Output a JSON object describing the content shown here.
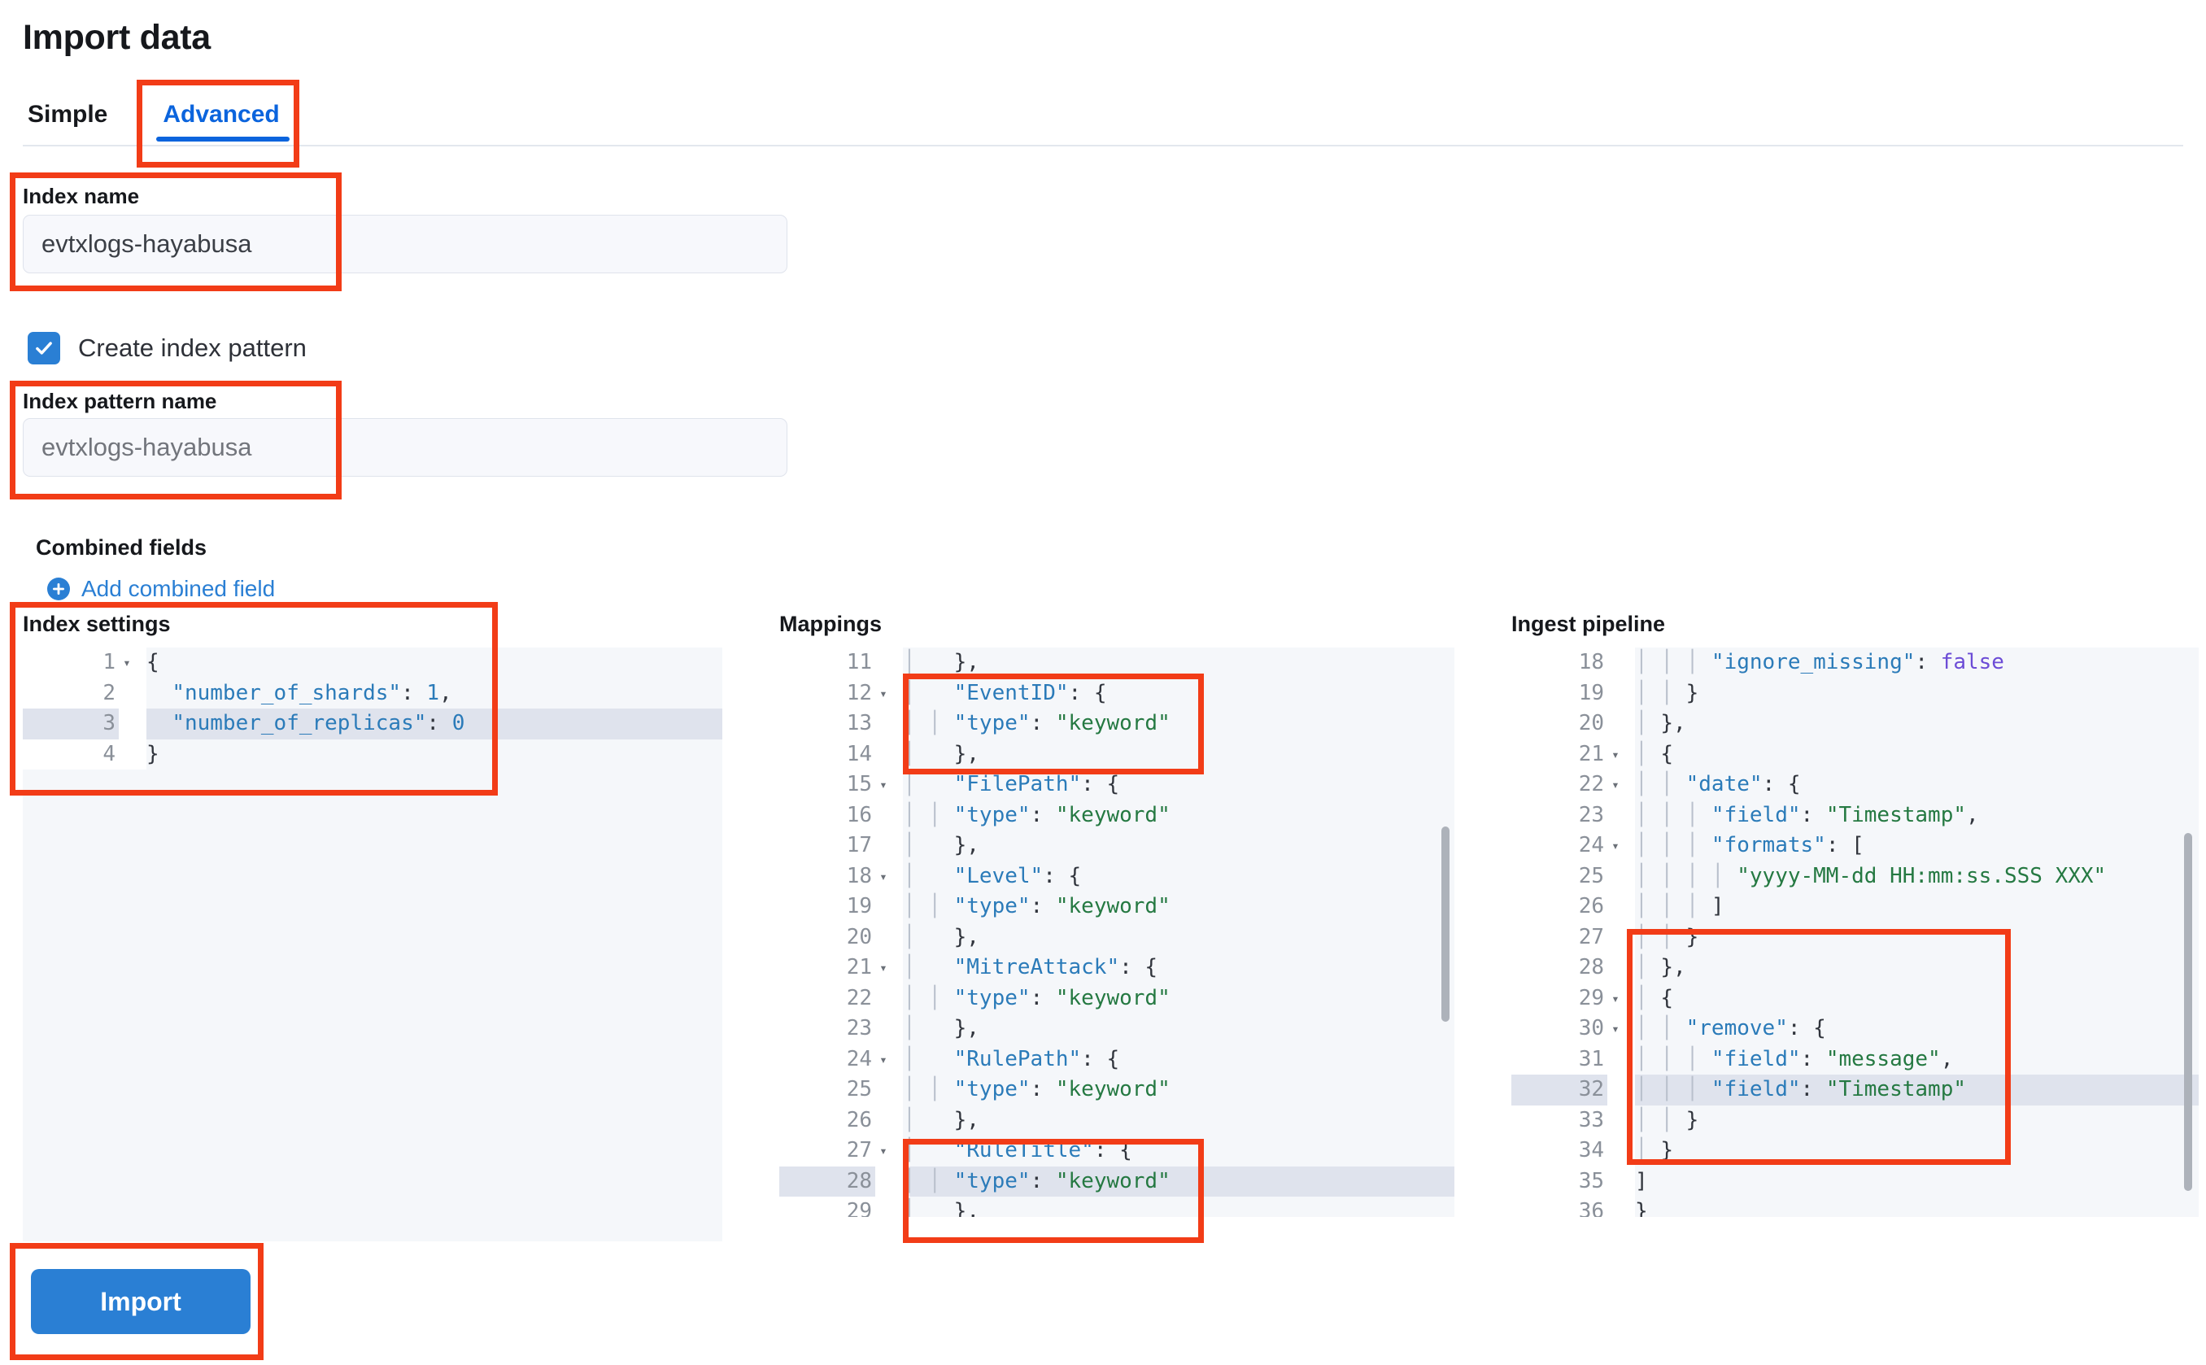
{
  "page": {
    "title": "Import data"
  },
  "tabs": [
    {
      "label": "Simple",
      "active": false
    },
    {
      "label": "Advanced",
      "active": true
    }
  ],
  "form": {
    "index_name": {
      "label": "Index name",
      "value": "evtxlogs-hayabusa"
    },
    "create_index_pattern": {
      "label": "Create index pattern",
      "checked": true
    },
    "index_pattern_name": {
      "label": "Index pattern name",
      "placeholder": "evtxlogs-hayabusa"
    },
    "combined_fields": {
      "label": "Combined fields",
      "add_link": "Add combined field"
    }
  },
  "panels": {
    "index_settings": {
      "title": "Index settings",
      "first_line": 1,
      "highlight_line": 3,
      "lines": [
        {
          "n": 1,
          "fold": true,
          "tokens": [
            {
              "t": "p",
              "v": "{"
            }
          ]
        },
        {
          "n": 2,
          "fold": false,
          "tokens": [
            {
              "t": "p",
              "v": "  "
            },
            {
              "t": "k",
              "v": "\"number_of_shards\""
            },
            {
              "t": "p",
              "v": ": "
            },
            {
              "t": "n",
              "v": "1"
            },
            {
              "t": "p",
              "v": ","
            }
          ]
        },
        {
          "n": 3,
          "fold": false,
          "tokens": [
            {
              "t": "p",
              "v": "  "
            },
            {
              "t": "k",
              "v": "\"number_of_replicas\""
            },
            {
              "t": "p",
              "v": ": "
            },
            {
              "t": "n",
              "v": "0"
            }
          ]
        },
        {
          "n": 4,
          "fold": false,
          "tokens": [
            {
              "t": "p",
              "v": "}"
            }
          ]
        }
      ]
    },
    "mappings": {
      "title": "Mappings",
      "first_line": 11,
      "highlight_line": 28,
      "lines": [
        {
          "n": 11,
          "fold": false,
          "tokens": [
            {
              "t": "ind",
              "v": "│ "
            },
            {
              "t": "p",
              "v": "  },"
            }
          ]
        },
        {
          "n": 12,
          "fold": true,
          "tokens": [
            {
              "t": "ind",
              "v": "│ "
            },
            {
              "t": "p",
              "v": "  "
            },
            {
              "t": "k",
              "v": "\"EventID\""
            },
            {
              "t": "p",
              "v": ": {"
            }
          ]
        },
        {
          "n": 13,
          "fold": false,
          "tokens": [
            {
              "t": "ind",
              "v": "│ │ "
            },
            {
              "t": "k",
              "v": "\"type\""
            },
            {
              "t": "p",
              "v": ": "
            },
            {
              "t": "s",
              "v": "\"keyword\""
            }
          ]
        },
        {
          "n": 14,
          "fold": false,
          "tokens": [
            {
              "t": "ind",
              "v": "│ "
            },
            {
              "t": "p",
              "v": "  },"
            }
          ]
        },
        {
          "n": 15,
          "fold": true,
          "tokens": [
            {
              "t": "ind",
              "v": "│ "
            },
            {
              "t": "p",
              "v": "  "
            },
            {
              "t": "k",
              "v": "\"FilePath\""
            },
            {
              "t": "p",
              "v": ": {"
            }
          ]
        },
        {
          "n": 16,
          "fold": false,
          "tokens": [
            {
              "t": "ind",
              "v": "│ │ "
            },
            {
              "t": "k",
              "v": "\"type\""
            },
            {
              "t": "p",
              "v": ": "
            },
            {
              "t": "s",
              "v": "\"keyword\""
            }
          ]
        },
        {
          "n": 17,
          "fold": false,
          "tokens": [
            {
              "t": "ind",
              "v": "│ "
            },
            {
              "t": "p",
              "v": "  },"
            }
          ]
        },
        {
          "n": 18,
          "fold": true,
          "tokens": [
            {
              "t": "ind",
              "v": "│ "
            },
            {
              "t": "p",
              "v": "  "
            },
            {
              "t": "k",
              "v": "\"Level\""
            },
            {
              "t": "p",
              "v": ": {"
            }
          ]
        },
        {
          "n": 19,
          "fold": false,
          "tokens": [
            {
              "t": "ind",
              "v": "│ │ "
            },
            {
              "t": "k",
              "v": "\"type\""
            },
            {
              "t": "p",
              "v": ": "
            },
            {
              "t": "s",
              "v": "\"keyword\""
            }
          ]
        },
        {
          "n": 20,
          "fold": false,
          "tokens": [
            {
              "t": "ind",
              "v": "│ "
            },
            {
              "t": "p",
              "v": "  },"
            }
          ]
        },
        {
          "n": 21,
          "fold": true,
          "tokens": [
            {
              "t": "ind",
              "v": "│ "
            },
            {
              "t": "p",
              "v": "  "
            },
            {
              "t": "k",
              "v": "\"MitreAttack\""
            },
            {
              "t": "p",
              "v": ": {"
            }
          ]
        },
        {
          "n": 22,
          "fold": false,
          "tokens": [
            {
              "t": "ind",
              "v": "│ │ "
            },
            {
              "t": "k",
              "v": "\"type\""
            },
            {
              "t": "p",
              "v": ": "
            },
            {
              "t": "s",
              "v": "\"keyword\""
            }
          ]
        },
        {
          "n": 23,
          "fold": false,
          "tokens": [
            {
              "t": "ind",
              "v": "│ "
            },
            {
              "t": "p",
              "v": "  },"
            }
          ]
        },
        {
          "n": 24,
          "fold": true,
          "tokens": [
            {
              "t": "ind",
              "v": "│ "
            },
            {
              "t": "p",
              "v": "  "
            },
            {
              "t": "k",
              "v": "\"RulePath\""
            },
            {
              "t": "p",
              "v": ": {"
            }
          ]
        },
        {
          "n": 25,
          "fold": false,
          "tokens": [
            {
              "t": "ind",
              "v": "│ │ "
            },
            {
              "t": "k",
              "v": "\"type\""
            },
            {
              "t": "p",
              "v": ": "
            },
            {
              "t": "s",
              "v": "\"keyword\""
            }
          ]
        },
        {
          "n": 26,
          "fold": false,
          "tokens": [
            {
              "t": "ind",
              "v": "│ "
            },
            {
              "t": "p",
              "v": "  },"
            }
          ]
        },
        {
          "n": 27,
          "fold": true,
          "tokens": [
            {
              "t": "ind",
              "v": "│ "
            },
            {
              "t": "p",
              "v": "  "
            },
            {
              "t": "k",
              "v": "\"RuleTitle\""
            },
            {
              "t": "p",
              "v": ": {"
            }
          ]
        },
        {
          "n": 28,
          "fold": false,
          "tokens": [
            {
              "t": "ind",
              "v": "│ │ "
            },
            {
              "t": "k",
              "v": "\"type\""
            },
            {
              "t": "p",
              "v": ": "
            },
            {
              "t": "s",
              "v": "\"keyword\""
            }
          ]
        },
        {
          "n": 29,
          "fold": false,
          "tokens": [
            {
              "t": "ind",
              "v": "│ "
            },
            {
              "t": "p",
              "v": "  },"
            }
          ]
        }
      ]
    },
    "ingest_pipeline": {
      "title": "Ingest pipeline",
      "first_line": 18,
      "highlight_line": 32,
      "lines": [
        {
          "n": 18,
          "fold": false,
          "tokens": [
            {
              "t": "ind",
              "v": "│ │ │ "
            },
            {
              "t": "k",
              "v": "\"ignore_missing\""
            },
            {
              "t": "p",
              "v": ": "
            },
            {
              "t": "b",
              "v": "false"
            }
          ]
        },
        {
          "n": 19,
          "fold": false,
          "tokens": [
            {
              "t": "ind",
              "v": "│ │ "
            },
            {
              "t": "p",
              "v": "}"
            }
          ]
        },
        {
          "n": 20,
          "fold": false,
          "tokens": [
            {
              "t": "ind",
              "v": "│ "
            },
            {
              "t": "p",
              "v": "},"
            }
          ]
        },
        {
          "n": 21,
          "fold": true,
          "tokens": [
            {
              "t": "ind",
              "v": "│ "
            },
            {
              "t": "p",
              "v": "{"
            }
          ]
        },
        {
          "n": 22,
          "fold": true,
          "tokens": [
            {
              "t": "ind",
              "v": "│ │ "
            },
            {
              "t": "k",
              "v": "\"date\""
            },
            {
              "t": "p",
              "v": ": {"
            }
          ]
        },
        {
          "n": 23,
          "fold": false,
          "tokens": [
            {
              "t": "ind",
              "v": "│ │ │ "
            },
            {
              "t": "k",
              "v": "\"field\""
            },
            {
              "t": "p",
              "v": ": "
            },
            {
              "t": "s",
              "v": "\"Timestamp\""
            },
            {
              "t": "p",
              "v": ","
            }
          ]
        },
        {
          "n": 24,
          "fold": true,
          "tokens": [
            {
              "t": "ind",
              "v": "│ │ │ "
            },
            {
              "t": "k",
              "v": "\"formats\""
            },
            {
              "t": "p",
              "v": ": ["
            }
          ]
        },
        {
          "n": 25,
          "fold": false,
          "tokens": [
            {
              "t": "ind",
              "v": "│ │ │ │ "
            },
            {
              "t": "s",
              "v": "\"yyyy-MM-dd HH:mm:ss.SSS XXX\""
            }
          ]
        },
        {
          "n": 26,
          "fold": false,
          "tokens": [
            {
              "t": "ind",
              "v": "│ │ │ "
            },
            {
              "t": "p",
              "v": "]"
            }
          ]
        },
        {
          "n": 27,
          "fold": false,
          "tokens": [
            {
              "t": "ind",
              "v": "│ │ "
            },
            {
              "t": "p",
              "v": "}"
            }
          ]
        },
        {
          "n": 28,
          "fold": false,
          "tokens": [
            {
              "t": "ind",
              "v": "│ "
            },
            {
              "t": "p",
              "v": "},"
            }
          ]
        },
        {
          "n": 29,
          "fold": true,
          "tokens": [
            {
              "t": "ind",
              "v": "│ "
            },
            {
              "t": "p",
              "v": "{"
            }
          ]
        },
        {
          "n": 30,
          "fold": true,
          "tokens": [
            {
              "t": "ind",
              "v": "│ │ "
            },
            {
              "t": "k",
              "v": "\"remove\""
            },
            {
              "t": "p",
              "v": ": {"
            }
          ]
        },
        {
          "n": 31,
          "fold": false,
          "tokens": [
            {
              "t": "ind",
              "v": "│ │ │ "
            },
            {
              "t": "k",
              "v": "\"field\""
            },
            {
              "t": "p",
              "v": ": "
            },
            {
              "t": "s",
              "v": "\"message\""
            },
            {
              "t": "p",
              "v": ","
            }
          ]
        },
        {
          "n": 32,
          "fold": false,
          "tokens": [
            {
              "t": "ind",
              "v": "│ │ │ "
            },
            {
              "t": "k",
              "v": "\"field\""
            },
            {
              "t": "p",
              "v": ": "
            },
            {
              "t": "s",
              "v": "\"Timestamp\""
            }
          ]
        },
        {
          "n": 33,
          "fold": false,
          "tokens": [
            {
              "t": "ind",
              "v": "│ │ "
            },
            {
              "t": "p",
              "v": "}"
            }
          ]
        },
        {
          "n": 34,
          "fold": false,
          "tokens": [
            {
              "t": "ind",
              "v": "│ "
            },
            {
              "t": "p",
              "v": "}"
            }
          ]
        },
        {
          "n": 35,
          "fold": false,
          "tokens": [
            {
              "t": "p",
              "v": "]"
            }
          ]
        },
        {
          "n": 36,
          "fold": false,
          "tokens": [
            {
              "t": "p",
              "v": "}"
            }
          ]
        }
      ]
    }
  },
  "actions": {
    "import_label": "Import"
  },
  "colors": {
    "accent": "#2a7fd4",
    "tab_active": "#0b64dd",
    "annotation": "#f23c17",
    "editor_bg": "#f5f7fa",
    "highlight_row": "#dfe3ed",
    "code_key": "#2b7bb9",
    "code_string": "#257942",
    "code_boolean": "#6c4cd6"
  }
}
